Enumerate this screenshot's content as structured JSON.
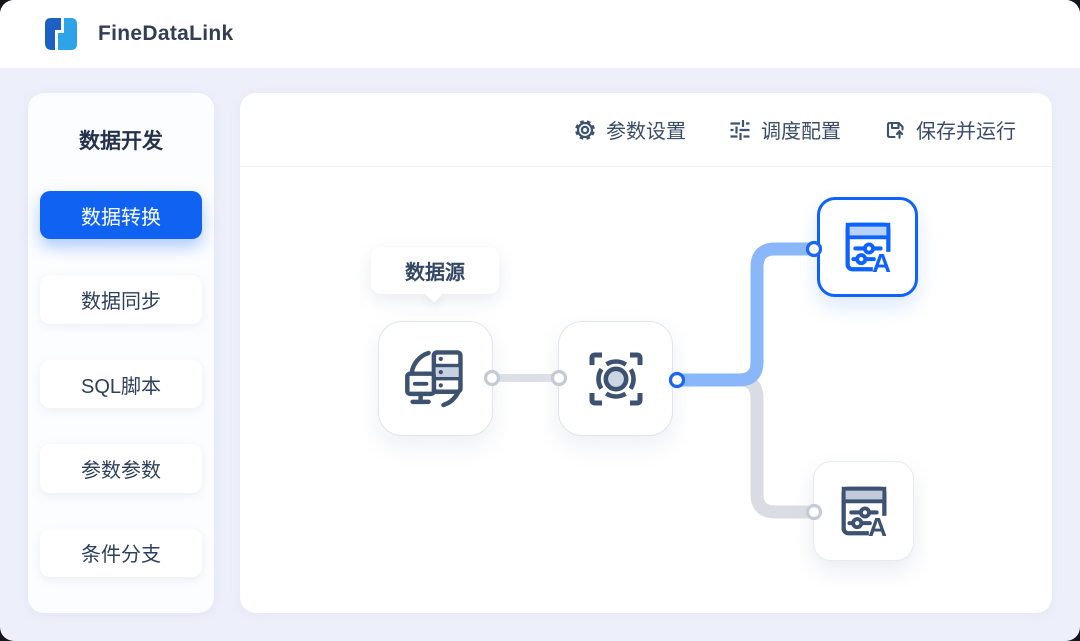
{
  "window": {
    "title": "FineDataLink",
    "logo_icon": "finedatalink-logo-icon"
  },
  "sidebar": {
    "header": "数据开发",
    "items": [
      {
        "label": "数据转换",
        "active": true
      },
      {
        "label": "数据同步",
        "active": false
      },
      {
        "label": "SQL脚本",
        "active": false
      },
      {
        "label": "参数参数",
        "active": false
      },
      {
        "label": "条件分支",
        "active": false
      }
    ]
  },
  "toolbar": {
    "items": [
      {
        "label": "参数设置",
        "icon": "gear-icon"
      },
      {
        "label": "调度配置",
        "icon": "sliders-icon"
      },
      {
        "label": "保存并运行",
        "icon": "save-run-icon"
      }
    ]
  },
  "canvas": {
    "source_tooltip": "数据源",
    "nodes": [
      {
        "id": "source",
        "icon": "data-source-icon"
      },
      {
        "id": "transform",
        "icon": "focus-target-icon"
      },
      {
        "id": "output-top",
        "icon": "table-output-icon",
        "letter": "A",
        "selected": true
      },
      {
        "id": "output-bottom",
        "icon": "table-output-icon",
        "letter": "A",
        "selected": false
      }
    ]
  },
  "colors": {
    "accent_blue": "#1063f2",
    "node_selected_blue": "#0e62ff",
    "connector_blue": "#8ab7fa",
    "connector_gray": "#d9dce3",
    "icon_slate": "#3d5170",
    "page_background": "#edf0fa",
    "logo_dark_blue": "#1c60c4",
    "logo_light_blue": "#2fa3e8"
  }
}
